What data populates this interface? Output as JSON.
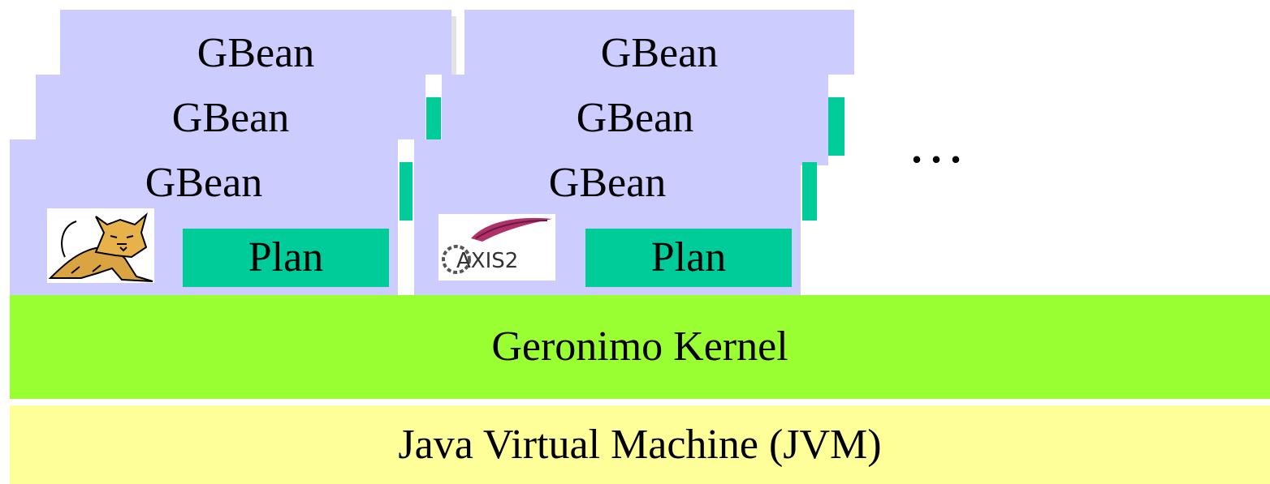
{
  "stack_left": {
    "gbean_labels": [
      "GBean",
      "GBean",
      "GBean"
    ],
    "plan_label": "Plan",
    "logo_icon": "tomcat-logo"
  },
  "stack_right": {
    "gbean_labels": [
      "GBean",
      "GBean",
      "GBean"
    ],
    "plan_label": "Plan",
    "logo_icon": "axis2-logo"
  },
  "ellipsis": "...",
  "kernel_label": "Geronimo Kernel",
  "jvm_label": "Java Virtual Machine (JVM)",
  "colors": {
    "gbean": "#ccccff",
    "plan": "#00cc99",
    "kernel": "#99ff33",
    "jvm": "#ffff99"
  }
}
